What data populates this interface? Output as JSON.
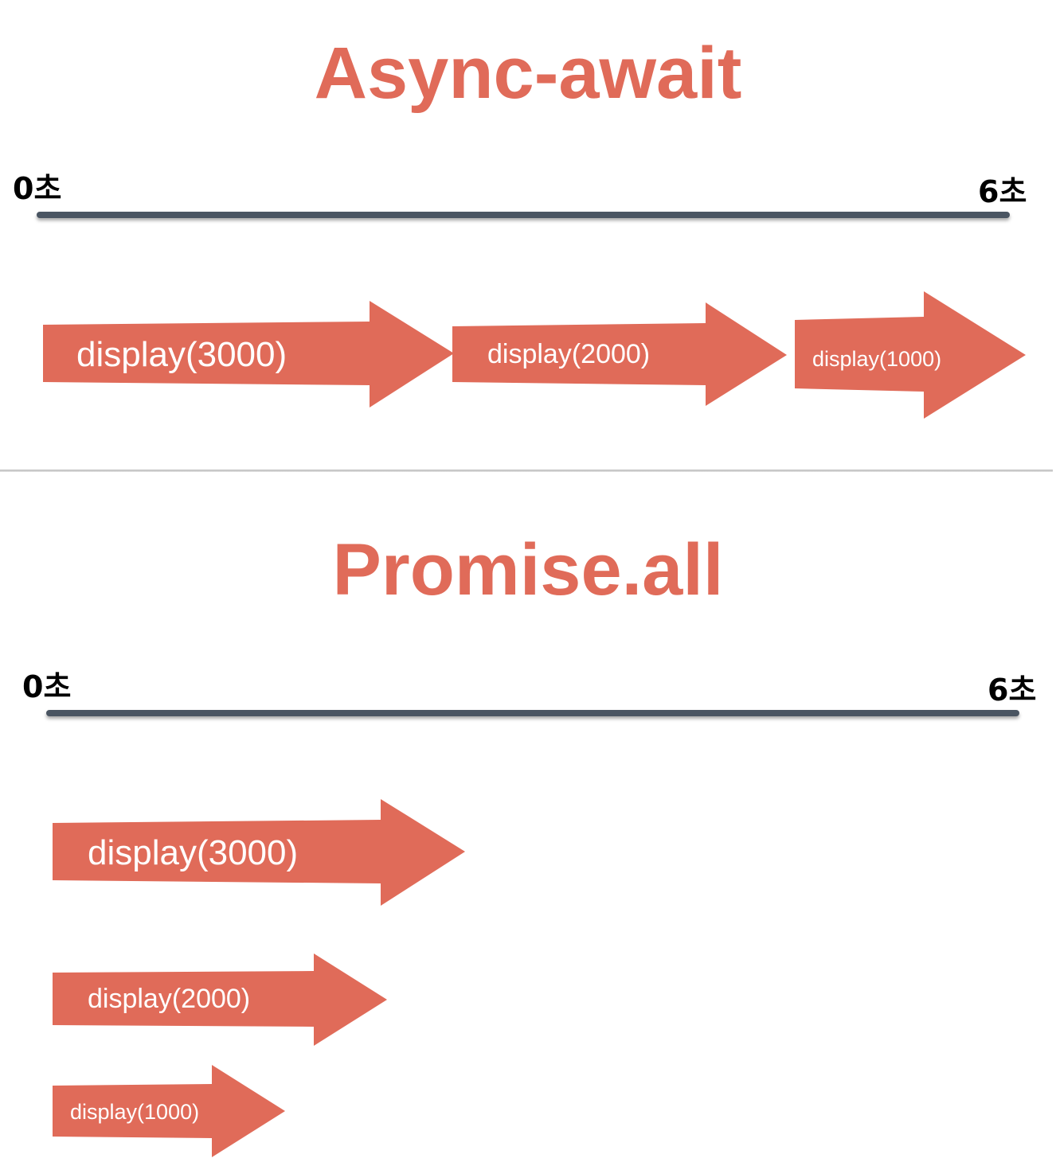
{
  "colors": {
    "accent": "#e06b59",
    "timeline": "#4a5562",
    "label_text": "#ffffff"
  },
  "sections": [
    {
      "title": "Async-await",
      "start_label": "0초",
      "end_label": "6초",
      "arrows": [
        {
          "label": "display(3000)"
        },
        {
          "label": "display(2000)"
        },
        {
          "label": "display(1000)"
        }
      ]
    },
    {
      "title": "Promise.all",
      "start_label": "0초",
      "end_label": "6초",
      "arrows": [
        {
          "label": "display(3000)"
        },
        {
          "label": "display(2000)"
        },
        {
          "label": "display(1000)"
        }
      ]
    }
  ]
}
